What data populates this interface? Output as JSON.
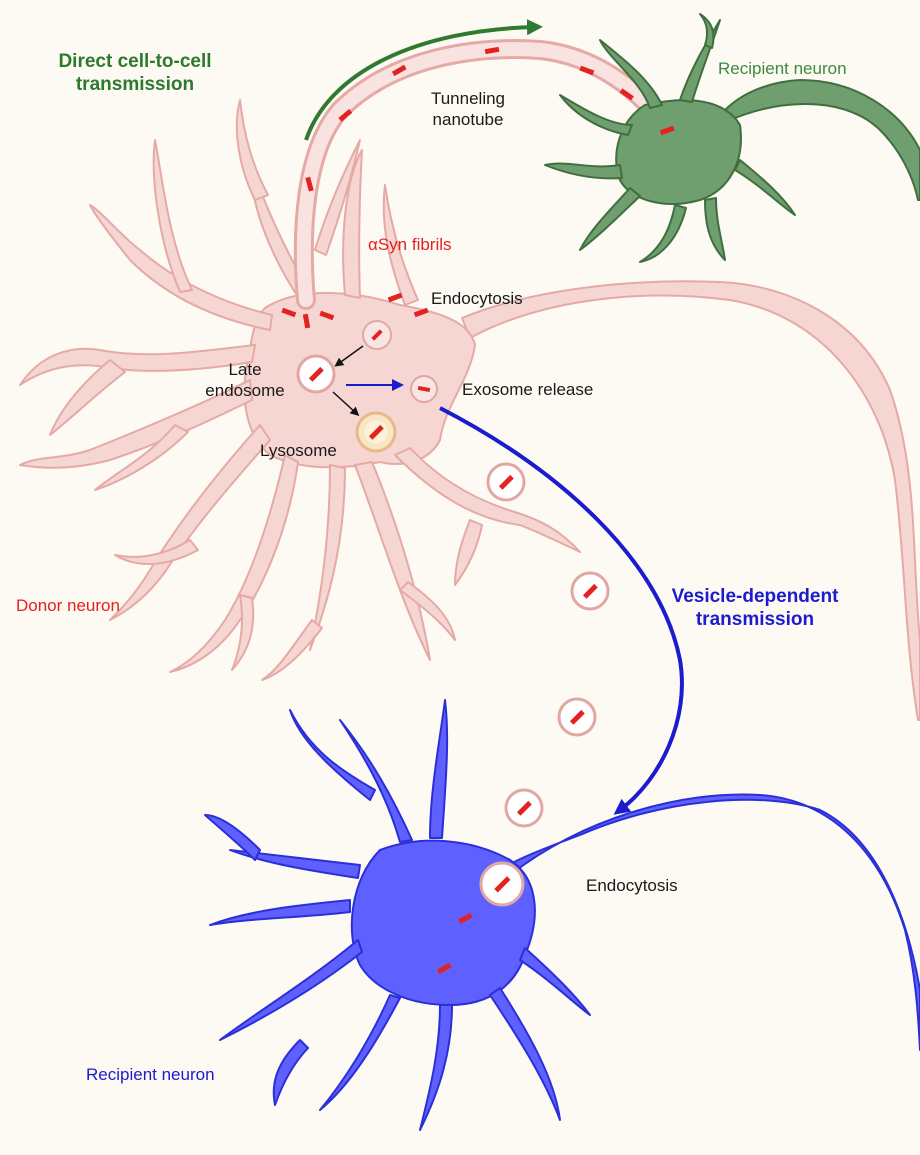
{
  "labels": {
    "direct_line1": "Direct cell-to-cell",
    "direct_line2": "transmission",
    "recipient_top": "Recipient neuron",
    "tunneling_line1": "Tunneling",
    "tunneling_line2": "nanotube",
    "asyn": "αSyn fibrils",
    "endocytosis_donor": "Endocytosis",
    "late_line1": "Late",
    "late_line2": "endosome",
    "exosome": "Exosome release",
    "lysosome": "Lysosome",
    "donor": "Donor neuron",
    "vesicle_line1": "Vesicle-dependent",
    "vesicle_line2": "transmission",
    "endocytosis_recipient": "Endocytosis",
    "recipient_bottom": "Recipient neuron"
  },
  "colors": {
    "background": "#fdf9f3",
    "donor_fill": "#f6d6d2",
    "donor_stroke": "#e5aaa5",
    "green_fill": "#6f9f6f",
    "green_stroke": "#3f6f3f",
    "blue_fill": "#5e61ff",
    "blue_stroke": "#2b2fd8",
    "fibril": "#e32222",
    "direct_text": "#2d7a2d",
    "vesicle_text": "#1c1ccf",
    "donor_text": "#e32222",
    "recipient_top_text": "#3e8a3e",
    "recipient_bottom_text": "#1c1ccf"
  }
}
